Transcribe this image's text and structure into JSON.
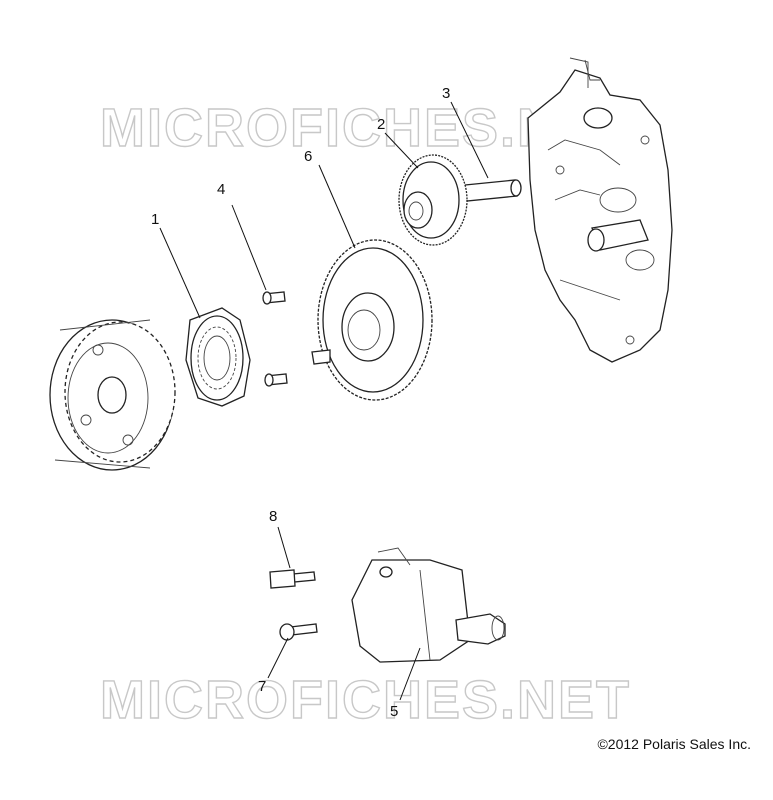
{
  "watermark": {
    "text": "MICROFICHES.NET"
  },
  "copyright": "©2012 Polaris Sales Inc.",
  "callouts": [
    {
      "id": "1",
      "label": "1"
    },
    {
      "id": "2",
      "label": "2"
    },
    {
      "id": "3",
      "label": "3"
    },
    {
      "id": "4",
      "label": "4"
    },
    {
      "id": "5",
      "label": "5"
    },
    {
      "id": "6",
      "label": "6"
    },
    {
      "id": "7",
      "label": "7"
    },
    {
      "id": "8",
      "label": "8"
    }
  ]
}
